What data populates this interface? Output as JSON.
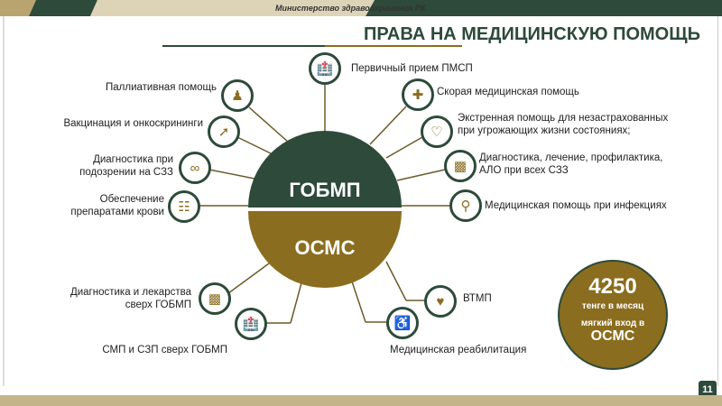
{
  "header": {
    "ministry": "Министерство здравоохранения РК"
  },
  "title": "ПРАВА НА МЕДИЦИНСКУЮ ПОМОЩЬ",
  "center": {
    "top": "ГОБМП",
    "bottom": "ОСМС"
  },
  "gobmp_items": [
    {
      "label": "Первичный прием ПМСП",
      "icon": "hospital-icon"
    },
    {
      "label": "Скорая медицинская помощь",
      "icon": "medical-cross-icon"
    },
    {
      "label": "Экстренная помощь для незастрахованных при угрожающих жизни состояниях;",
      "icon": "heart-pulse-icon"
    },
    {
      "label": "Диагностика, лечение, профилактика, АЛО при всех СЗЗ",
      "icon": "medicine-bottle-icon"
    },
    {
      "label": "Медицинская помощь при инфекциях",
      "icon": "virus-search-icon"
    },
    {
      "label": "Паллиативная помощь",
      "icon": "elderly-person-icon"
    },
    {
      "label": "Вакцинация и онкоскрининги",
      "icon": "syringe-icon"
    },
    {
      "label": "Диагностика при подозрении на СЗЗ",
      "icon": "stethoscope-icon"
    },
    {
      "label": "Обеспечение препаратами крови",
      "icon": "blood-tubes-icon"
    }
  ],
  "osms_items": [
    {
      "label": "Диагностика и лекарства сверх ГОБМП",
      "icon": "medicine-bottle-icon"
    },
    {
      "label": "СМП и СЗП сверх ГОБМП",
      "icon": "hospital-icon"
    },
    {
      "label": "ВТМП",
      "icon": "heart-icon"
    },
    {
      "label": "Медицинская реабилитация",
      "icon": "wheelchair-icon"
    }
  ],
  "badge": {
    "amount": "4250",
    "unit": "тенге в месяц",
    "note": "мягкий вход в",
    "target": "ОСМС"
  },
  "page_number": "11"
}
